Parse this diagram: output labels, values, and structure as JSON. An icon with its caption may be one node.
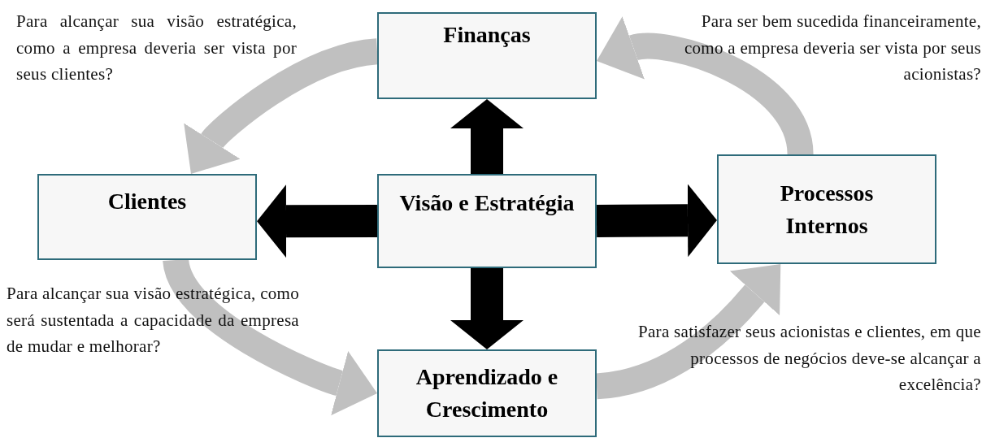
{
  "diagram": {
    "nodes": [
      {
        "text": [
          "Finanças"
        ]
      },
      {
        "text": [
          "Clientes"
        ]
      },
      {
        "text": [
          "Visão e Estratégia"
        ]
      },
      {
        "text": [
          "Processos Internos"
        ]
      },
      {
        "text": [
          "Aprendizado e Crescimento"
        ]
      }
    ],
    "edges": [
      {
        "from": 2,
        "to": 0,
        "arrow": "to"
      },
      {
        "from": 2,
        "to": 1,
        "arrow": "to"
      },
      {
        "from": 2,
        "to": 3,
        "arrow": "to"
      },
      {
        "from": 2,
        "to": 4,
        "arrow": "to"
      },
      {
        "from": 3,
        "to": 0,
        "arrow": "to",
        "color": "#c0c0c0"
      },
      {
        "from": 0,
        "to": 1,
        "arrow": "to",
        "color": "#c0c0c0"
      },
      {
        "from": 1,
        "to": 4,
        "arrow": "to",
        "color": "#c0c0c0"
      },
      {
        "from": 4,
        "to": 3,
        "arrow": "to",
        "color": "#c0c0c0"
      }
    ],
    "labels": [
      "Para alcançar sua visão estratégica, como a empresa deveria ser vista por seus clientes?",
      "Para ser bem sucedida financeiramente, como a empresa deveria ser vista por seus acionistas?",
      "Para alcançar sua visão estratégica, como será sustentada a capacidade da empresa de mudar e melhorar?",
      "Para satisfazer seus acionistas e clientes, em que processos de negócios deve-se alcançar a excelência?"
    ]
  }
}
